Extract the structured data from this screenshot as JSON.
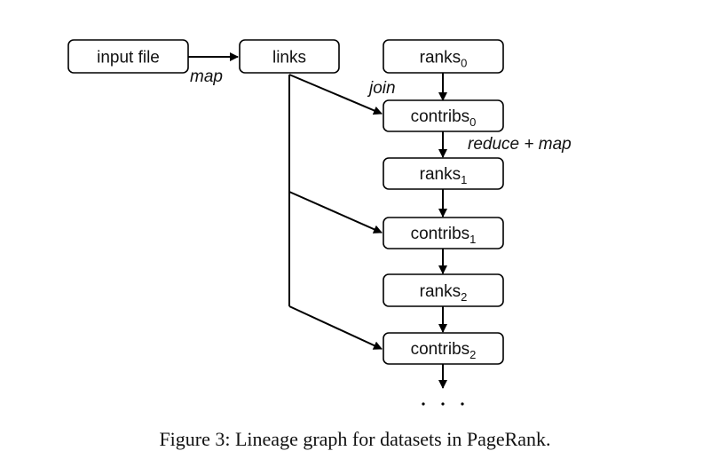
{
  "nodes": {
    "input_file": {
      "label": "input file",
      "sub": ""
    },
    "links": {
      "label": "links",
      "sub": ""
    },
    "ranks0": {
      "label": "ranks",
      "sub": "0"
    },
    "contribs0": {
      "label": "contribs",
      "sub": "0"
    },
    "ranks1": {
      "label": "ranks",
      "sub": "1"
    },
    "contribs1": {
      "label": "contribs",
      "sub": "1"
    },
    "ranks2": {
      "label": "ranks",
      "sub": "2"
    },
    "contribs2": {
      "label": "contribs",
      "sub": "2"
    }
  },
  "edge_labels": {
    "map": "map",
    "join": "join",
    "reduce_map": "reduce + map"
  },
  "caption": "Figure 3: Lineage graph for datasets in PageRank."
}
